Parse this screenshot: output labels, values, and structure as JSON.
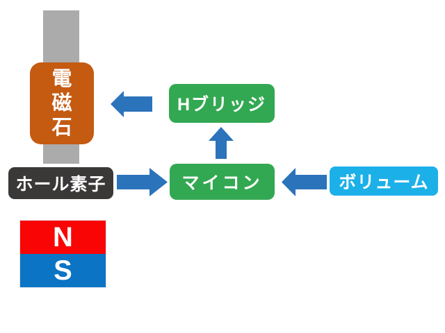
{
  "diagram": {
    "label_text_color": "#FFFFFF",
    "shaft_color": "#ABABAB",
    "arrow_color": "#2B73BB",
    "blocks": {
      "electromagnet": {
        "label": "電磁石",
        "color": "#C55A11"
      },
      "h_bridge": {
        "label": "Hブリッジ",
        "color": "#33A852"
      },
      "microcontroller": {
        "label": "マイコン",
        "color": "#33A852"
      },
      "hall_sensor": {
        "label": "ホール素子",
        "color": "#3B3838"
      },
      "volume": {
        "label": "ボリューム",
        "color": "#1CB0E8"
      }
    },
    "magnet": {
      "north": {
        "label": "N",
        "color": "#F90505"
      },
      "south": {
        "label": "S",
        "color": "#0B74C4"
      }
    }
  }
}
